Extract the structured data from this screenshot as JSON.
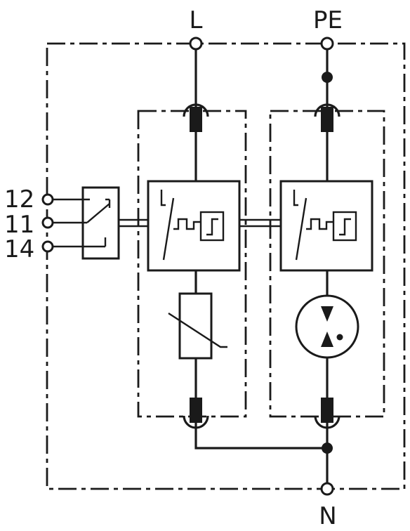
{
  "terminals": {
    "line": "L",
    "protective_earth": "PE",
    "neutral": "N",
    "contact_12": "12",
    "contact_11": "11",
    "contact_14": "14"
  },
  "icons": {
    "varistor": "varistor-icon",
    "spark_gap": "spark-gap-icon",
    "thermal_disconnector": "thermal-disconnector-icon",
    "remote_contact": "changeover-contact-icon"
  },
  "colors": {
    "ink": "#1a1a1a",
    "background": "#ffffff"
  }
}
